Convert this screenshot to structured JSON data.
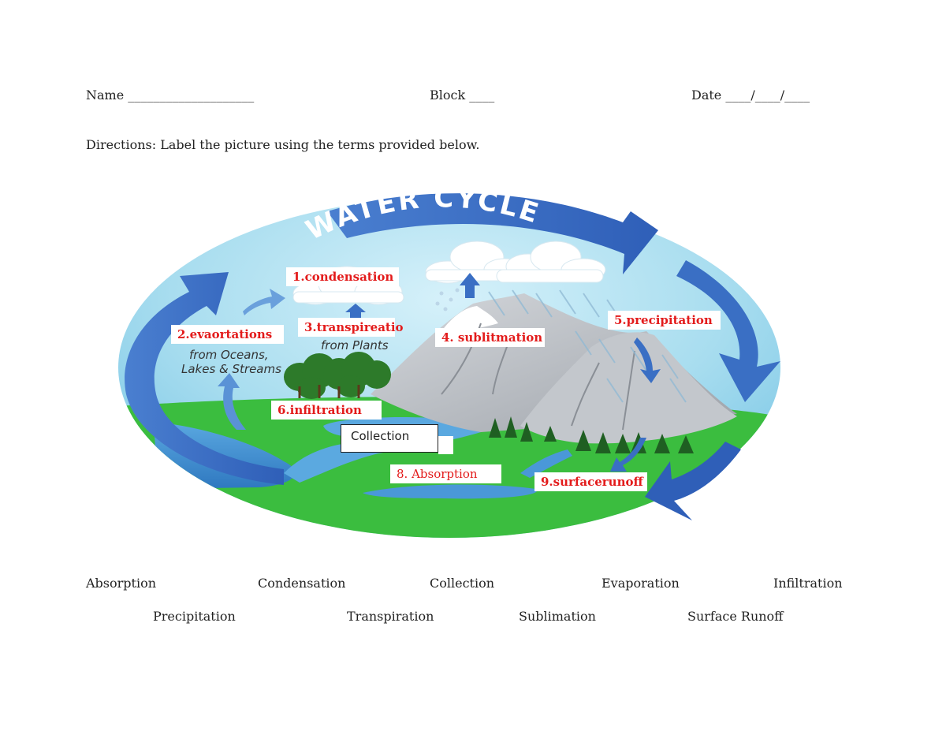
{
  "header": {
    "name": "Name ____________________",
    "block": "Block ____",
    "date": "Date ____/____/____"
  },
  "directions": "Directions: Label the picture using the terms provided below.",
  "diagram": {
    "title": "WATER CYCLE",
    "printed_captions": {
      "evaporation_line1": "from Oceans,",
      "evaporation_line2": "Lakes & Streams",
      "transpiration": "from Plants"
    },
    "labels": {
      "condensation": "1.condensation",
      "evaporations": "2.evaortations",
      "transpiration": "3.transpireatio",
      "sublimation": "4. sublitmation",
      "precipitation": "5.precipitation",
      "infiltration": "6.infiltration",
      "collection": "Collection",
      "absorption": "8. Absorption",
      "surface_runoff": "9.surfacerunoff"
    }
  },
  "terms_row1": [
    "Absorption",
    "Condensation",
    "Collection",
    "Evaporation",
    "Infiltration"
  ],
  "terms_row2": [
    "Precipitation",
    "Transpiration",
    "Sublimation",
    "Surface Runoff"
  ],
  "colors": {
    "label_text": "#e31b1b",
    "sky": "#a9def0",
    "grass": "#3bbd3f",
    "water": "#4a90d0",
    "arrow": "#3a6fc4",
    "mountain": "#b8bcc2"
  }
}
